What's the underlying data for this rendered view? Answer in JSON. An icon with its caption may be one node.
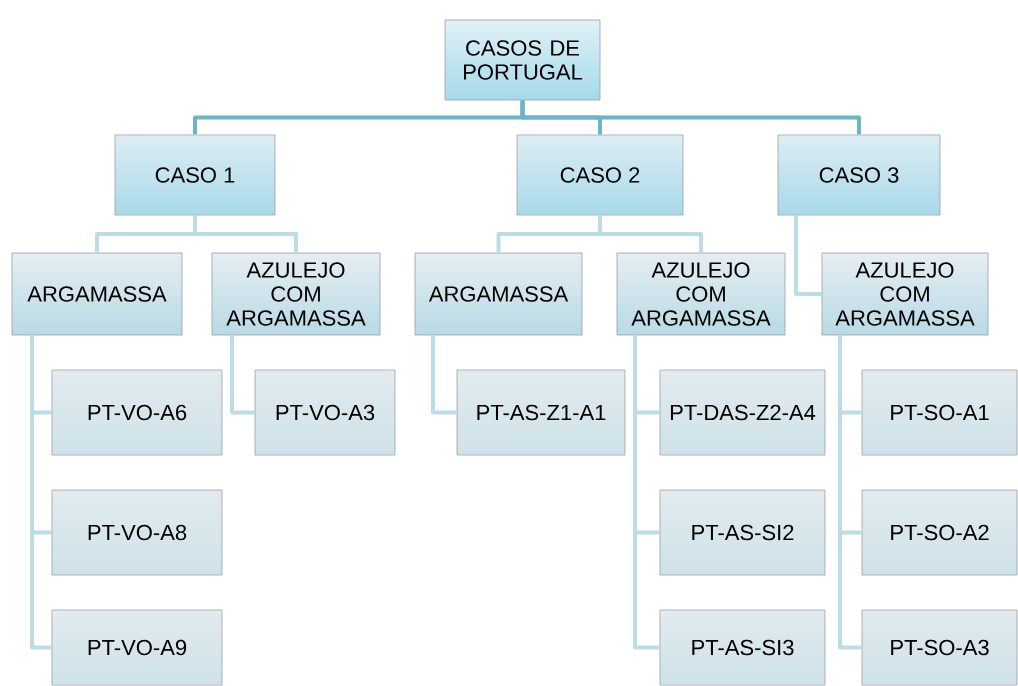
{
  "diagram": {
    "nodes": [
      {
        "text": [
          "CASOS DE PORTUGAL"
        ]
      },
      {
        "text": [
          "CASO 1"
        ]
      },
      {
        "text": [
          "CASO 2"
        ]
      },
      {
        "text": [
          "CASO 3"
        ]
      },
      {
        "text": [
          "ARGAMASSA"
        ]
      },
      {
        "text": [
          "AZULEJO COM ARGAMASSA"
        ]
      },
      {
        "text": [
          "ARGAMASSA"
        ]
      },
      {
        "text": [
          "AZULEJO COM ARGAMASSA"
        ]
      },
      {
        "text": [
          "AZULEJO COM ARGAMASSA"
        ]
      },
      {
        "text": [
          "PT-VO-A6"
        ]
      },
      {
        "text": [
          "PT-VO-A8"
        ]
      },
      {
        "text": [
          "PT-VO-A9"
        ]
      },
      {
        "text": [
          "PT-VO-A3"
        ]
      },
      {
        "text": [
          "PT-AS-Z1-A1"
        ]
      },
      {
        "text": [
          "PT-DAS-Z2-A4"
        ]
      },
      {
        "text": [
          "PT-AS-SI2"
        ]
      },
      {
        "text": [
          "PT-AS-SI3"
        ]
      },
      {
        "text": [
          "PT-SO-A1"
        ]
      },
      {
        "text": [
          "PT-SO-A2"
        ]
      },
      {
        "text": [
          "PT-SO-A3"
        ]
      }
    ],
    "edges": [
      {
        "from": 0,
        "to": 1,
        "arrow": "none",
        "color": "#6cb4ca"
      },
      {
        "from": 0,
        "to": 2,
        "arrow": "none",
        "color": "#6cb4ca"
      },
      {
        "from": 0,
        "to": 3,
        "arrow": "none",
        "color": "#6cb4ca"
      },
      {
        "from": 1,
        "to": 4,
        "arrow": "none"
      },
      {
        "from": 1,
        "to": 5,
        "arrow": "none"
      },
      {
        "from": 2,
        "to": 6,
        "arrow": "none"
      },
      {
        "from": 2,
        "to": 7,
        "arrow": "none"
      },
      {
        "from": 3,
        "to": 8,
        "arrow": "none"
      },
      {
        "from": 4,
        "to": 9,
        "arrow": "none"
      },
      {
        "from": 4,
        "to": 10,
        "arrow": "none"
      },
      {
        "from": 4,
        "to": 11,
        "arrow": "none"
      },
      {
        "from": 5,
        "to": 12,
        "arrow": "none"
      },
      {
        "from": 6,
        "to": 13,
        "arrow": "none"
      },
      {
        "from": 7,
        "to": 14,
        "arrow": "none"
      },
      {
        "from": 7,
        "to": 15,
        "arrow": "none"
      },
      {
        "from": 7,
        "to": 16,
        "arrow": "none"
      },
      {
        "from": 8,
        "to": 17,
        "arrow": "none"
      },
      {
        "from": 8,
        "to": 18,
        "arrow": "none"
      },
      {
        "from": 8,
        "to": 19,
        "arrow": "none"
      }
    ]
  }
}
